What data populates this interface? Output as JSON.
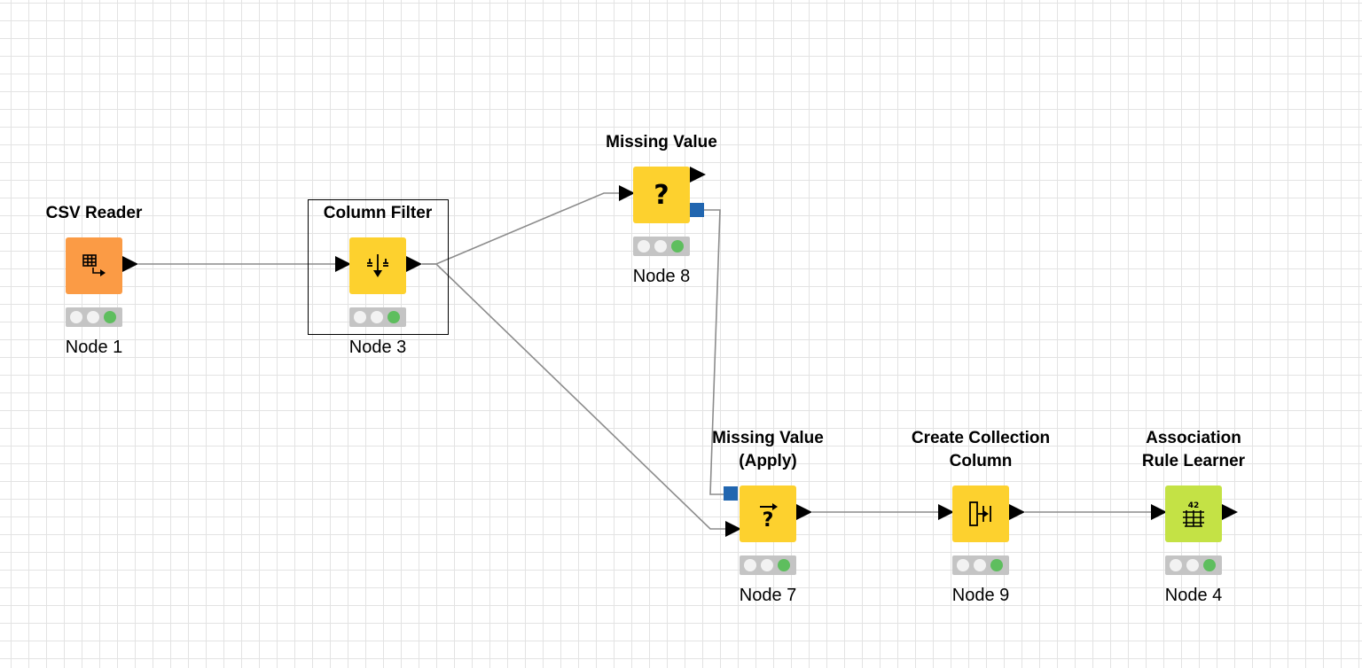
{
  "colors": {
    "source_orange": "#fb9b45",
    "manipulator_yellow": "#fdd12e",
    "learner_green": "#c4e245",
    "model_port_blue": "#2166b0",
    "status_green": "#5ebe5e",
    "wire_gray": "#8c8c8c"
  },
  "nodes": {
    "csv_reader": {
      "title": "CSV Reader",
      "label": "Node 1",
      "icon": "csv-reader-icon",
      "status": "executed"
    },
    "column_filter": {
      "title": "Column Filter",
      "label": "Node 3",
      "icon": "column-filter-icon",
      "status": "executed",
      "selected": true
    },
    "missing_value": {
      "title": "Missing Value",
      "label": "Node 8",
      "icon": "missing-value-icon",
      "status": "executed"
    },
    "missing_value_apply": {
      "title": "Missing Value\n(Apply)",
      "label": "Node 7",
      "icon": "missing-value-apply-icon",
      "status": "executed"
    },
    "create_collection": {
      "title": "Create Collection\nColumn",
      "label": "Node 9",
      "icon": "create-collection-column-icon",
      "status": "executed"
    },
    "association_rule": {
      "title": "Association\nRule Learner",
      "label": "Node 4",
      "icon": "association-rule-learner-icon",
      "status": "executed"
    }
  },
  "connections": [
    {
      "from": "Node 1",
      "to": "Node 3"
    },
    {
      "from": "Node 3",
      "to": "Node 8"
    },
    {
      "from": "Node 3",
      "to": "Node 7"
    },
    {
      "from": "Node 8",
      "to": "Node 7",
      "port": "model"
    },
    {
      "from": "Node 7",
      "to": "Node 9"
    },
    {
      "from": "Node 9",
      "to": "Node 4"
    }
  ]
}
